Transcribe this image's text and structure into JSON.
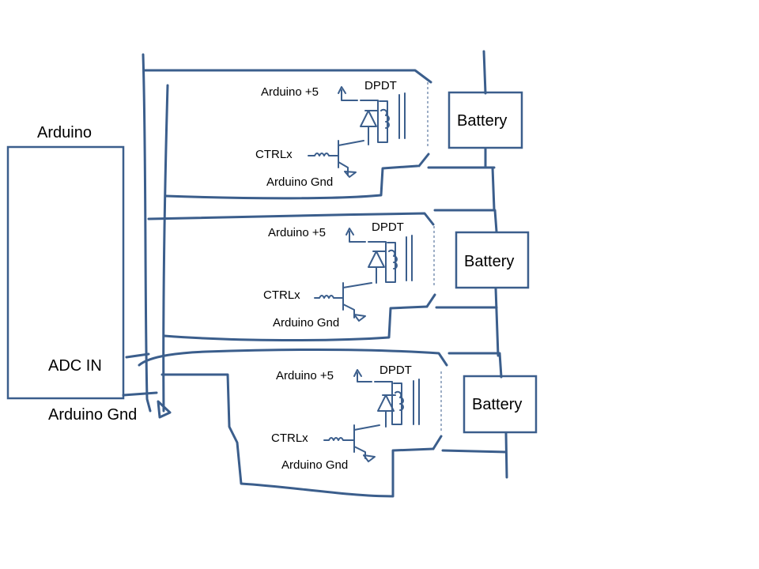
{
  "arduino": {
    "title": "Arduino",
    "adc_label": "ADC IN",
    "gnd_label": "Arduino Gnd"
  },
  "stages": [
    {
      "plus5": "Arduino +5",
      "relay": "DPDT",
      "ctrl": "CTRLx",
      "gnd": "Arduino Gnd",
      "battery": "Battery"
    },
    {
      "plus5": "Arduino +5",
      "relay": "DPDT",
      "ctrl": "CTRLx",
      "gnd": "Arduino Gnd",
      "battery": "Battery"
    },
    {
      "plus5": "Arduino +5",
      "relay": "DPDT",
      "ctrl": "CTRLx",
      "gnd": "Arduino Gnd",
      "battery": "Battery"
    }
  ],
  "colors": {
    "wire": "#3b5e8c",
    "text": "#000000",
    "background": "#ffffff"
  }
}
